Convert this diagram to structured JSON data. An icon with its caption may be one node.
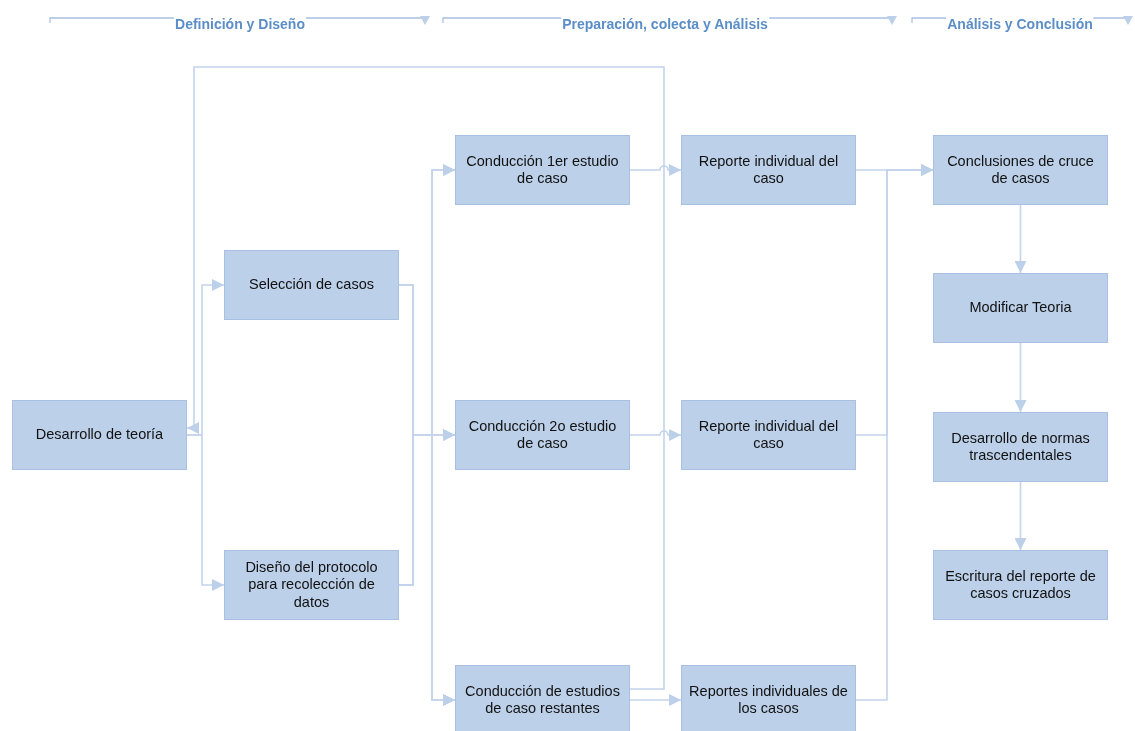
{
  "diagram": {
    "nodes": [
      {
        "text": [
          "Desarrollo de teoría"
        ]
      },
      {
        "text": [
          "Selección de casos"
        ]
      },
      {
        "text": [
          "Diseño del protocolo para recolección de datos"
        ]
      },
      {
        "text": [
          "Conducción 1er estudio de caso"
        ]
      },
      {
        "text": [
          "Conducción 2o estudio de caso"
        ]
      },
      {
        "text": [
          "Conducción de estudios de caso restantes"
        ]
      },
      {
        "text": [
          "Reporte individual del caso"
        ]
      },
      {
        "text": [
          "Reporte individual del caso"
        ]
      },
      {
        "text": [
          "Reportes individuales de los casos"
        ]
      },
      {
        "text": [
          "Conclusiones de cruce de casos"
        ]
      },
      {
        "text": [
          "Modificar Teoria"
        ]
      },
      {
        "text": [
          "Desarrollo de normas trascendentales"
        ]
      },
      {
        "text": [
          "Escritura del reporte de casos cruzados"
        ]
      }
    ],
    "edges": [
      {
        "from": 0,
        "to": 1,
        "arrow": "to"
      },
      {
        "from": 0,
        "to": 2,
        "arrow": "to"
      },
      {
        "from": 1,
        "to": 3,
        "arrow": "to"
      },
      {
        "from": 1,
        "to": 4,
        "arrow": "to"
      },
      {
        "from": 1,
        "to": 5,
        "arrow": "to"
      },
      {
        "from": 2,
        "to": 3,
        "arrow": "to"
      },
      {
        "from": 2,
        "to": 4,
        "arrow": "to"
      },
      {
        "from": 2,
        "to": 5,
        "arrow": "to"
      },
      {
        "from": 3,
        "to": 6,
        "arrow": "to"
      },
      {
        "from": 4,
        "to": 7,
        "arrow": "to"
      },
      {
        "from": 5,
        "to": 8,
        "arrow": "to"
      },
      {
        "from": 5,
        "to": 0,
        "arrow": "to"
      },
      {
        "from": 6,
        "to": 9,
        "arrow": "to"
      },
      {
        "from": 7,
        "to": 9,
        "arrow": "to"
      },
      {
        "from": 8,
        "to": 9,
        "arrow": "to"
      },
      {
        "from": 9,
        "to": 10,
        "arrow": "to"
      },
      {
        "from": 10,
        "to": 11,
        "arrow": "to"
      },
      {
        "from": 11,
        "to": 12,
        "arrow": "to"
      }
    ],
    "labels": [
      "Definición y Diseño",
      "Preparación, colecta y Análisis",
      "Análisis y Conclusión"
    ]
  }
}
